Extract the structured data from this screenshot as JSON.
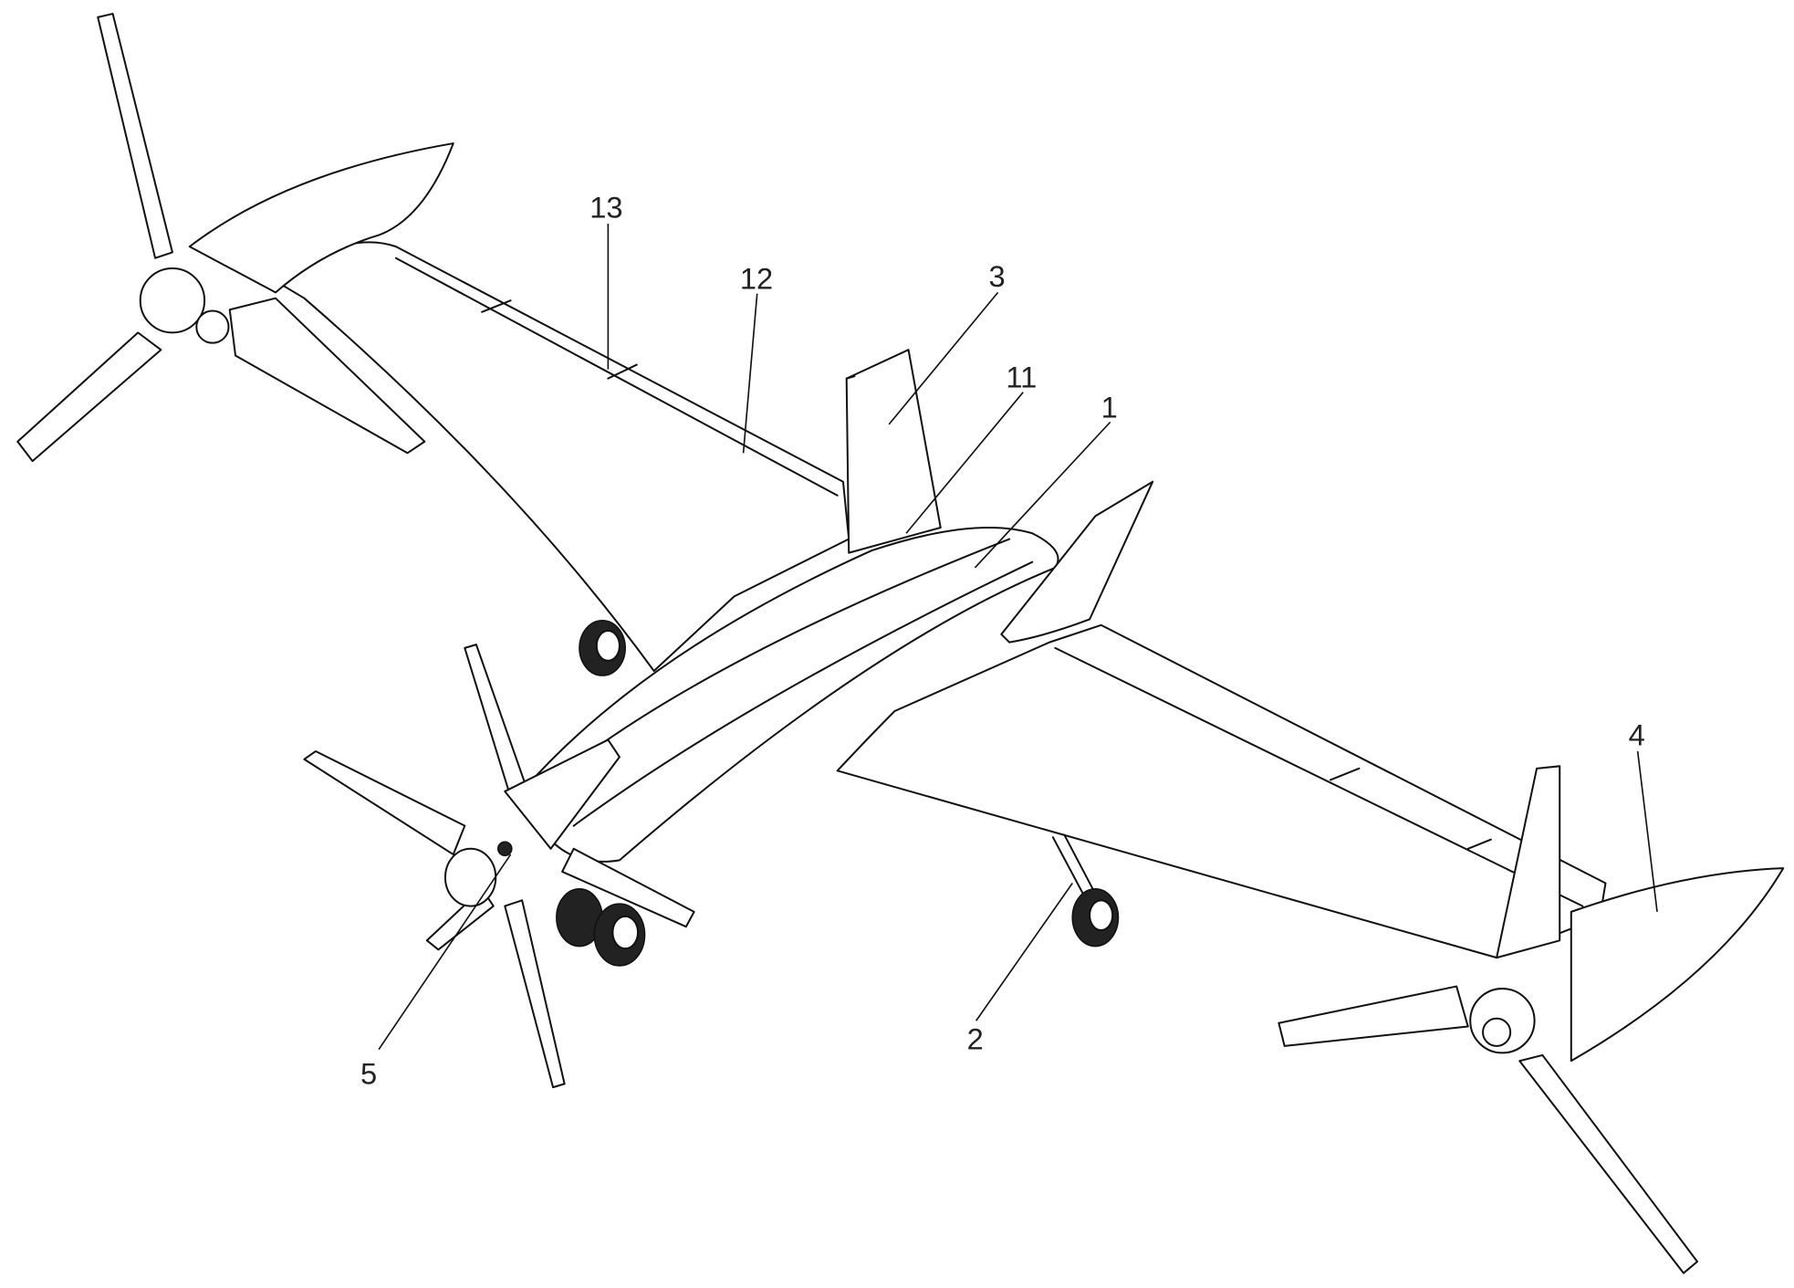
{
  "figure": {
    "labels": {
      "fuselage": "1",
      "landing_gear": "2",
      "vertical_tail": "3",
      "winglet": "4",
      "propeller": "5",
      "fairing": "11",
      "trailing_edge": "12",
      "wing_line": "13"
    }
  }
}
